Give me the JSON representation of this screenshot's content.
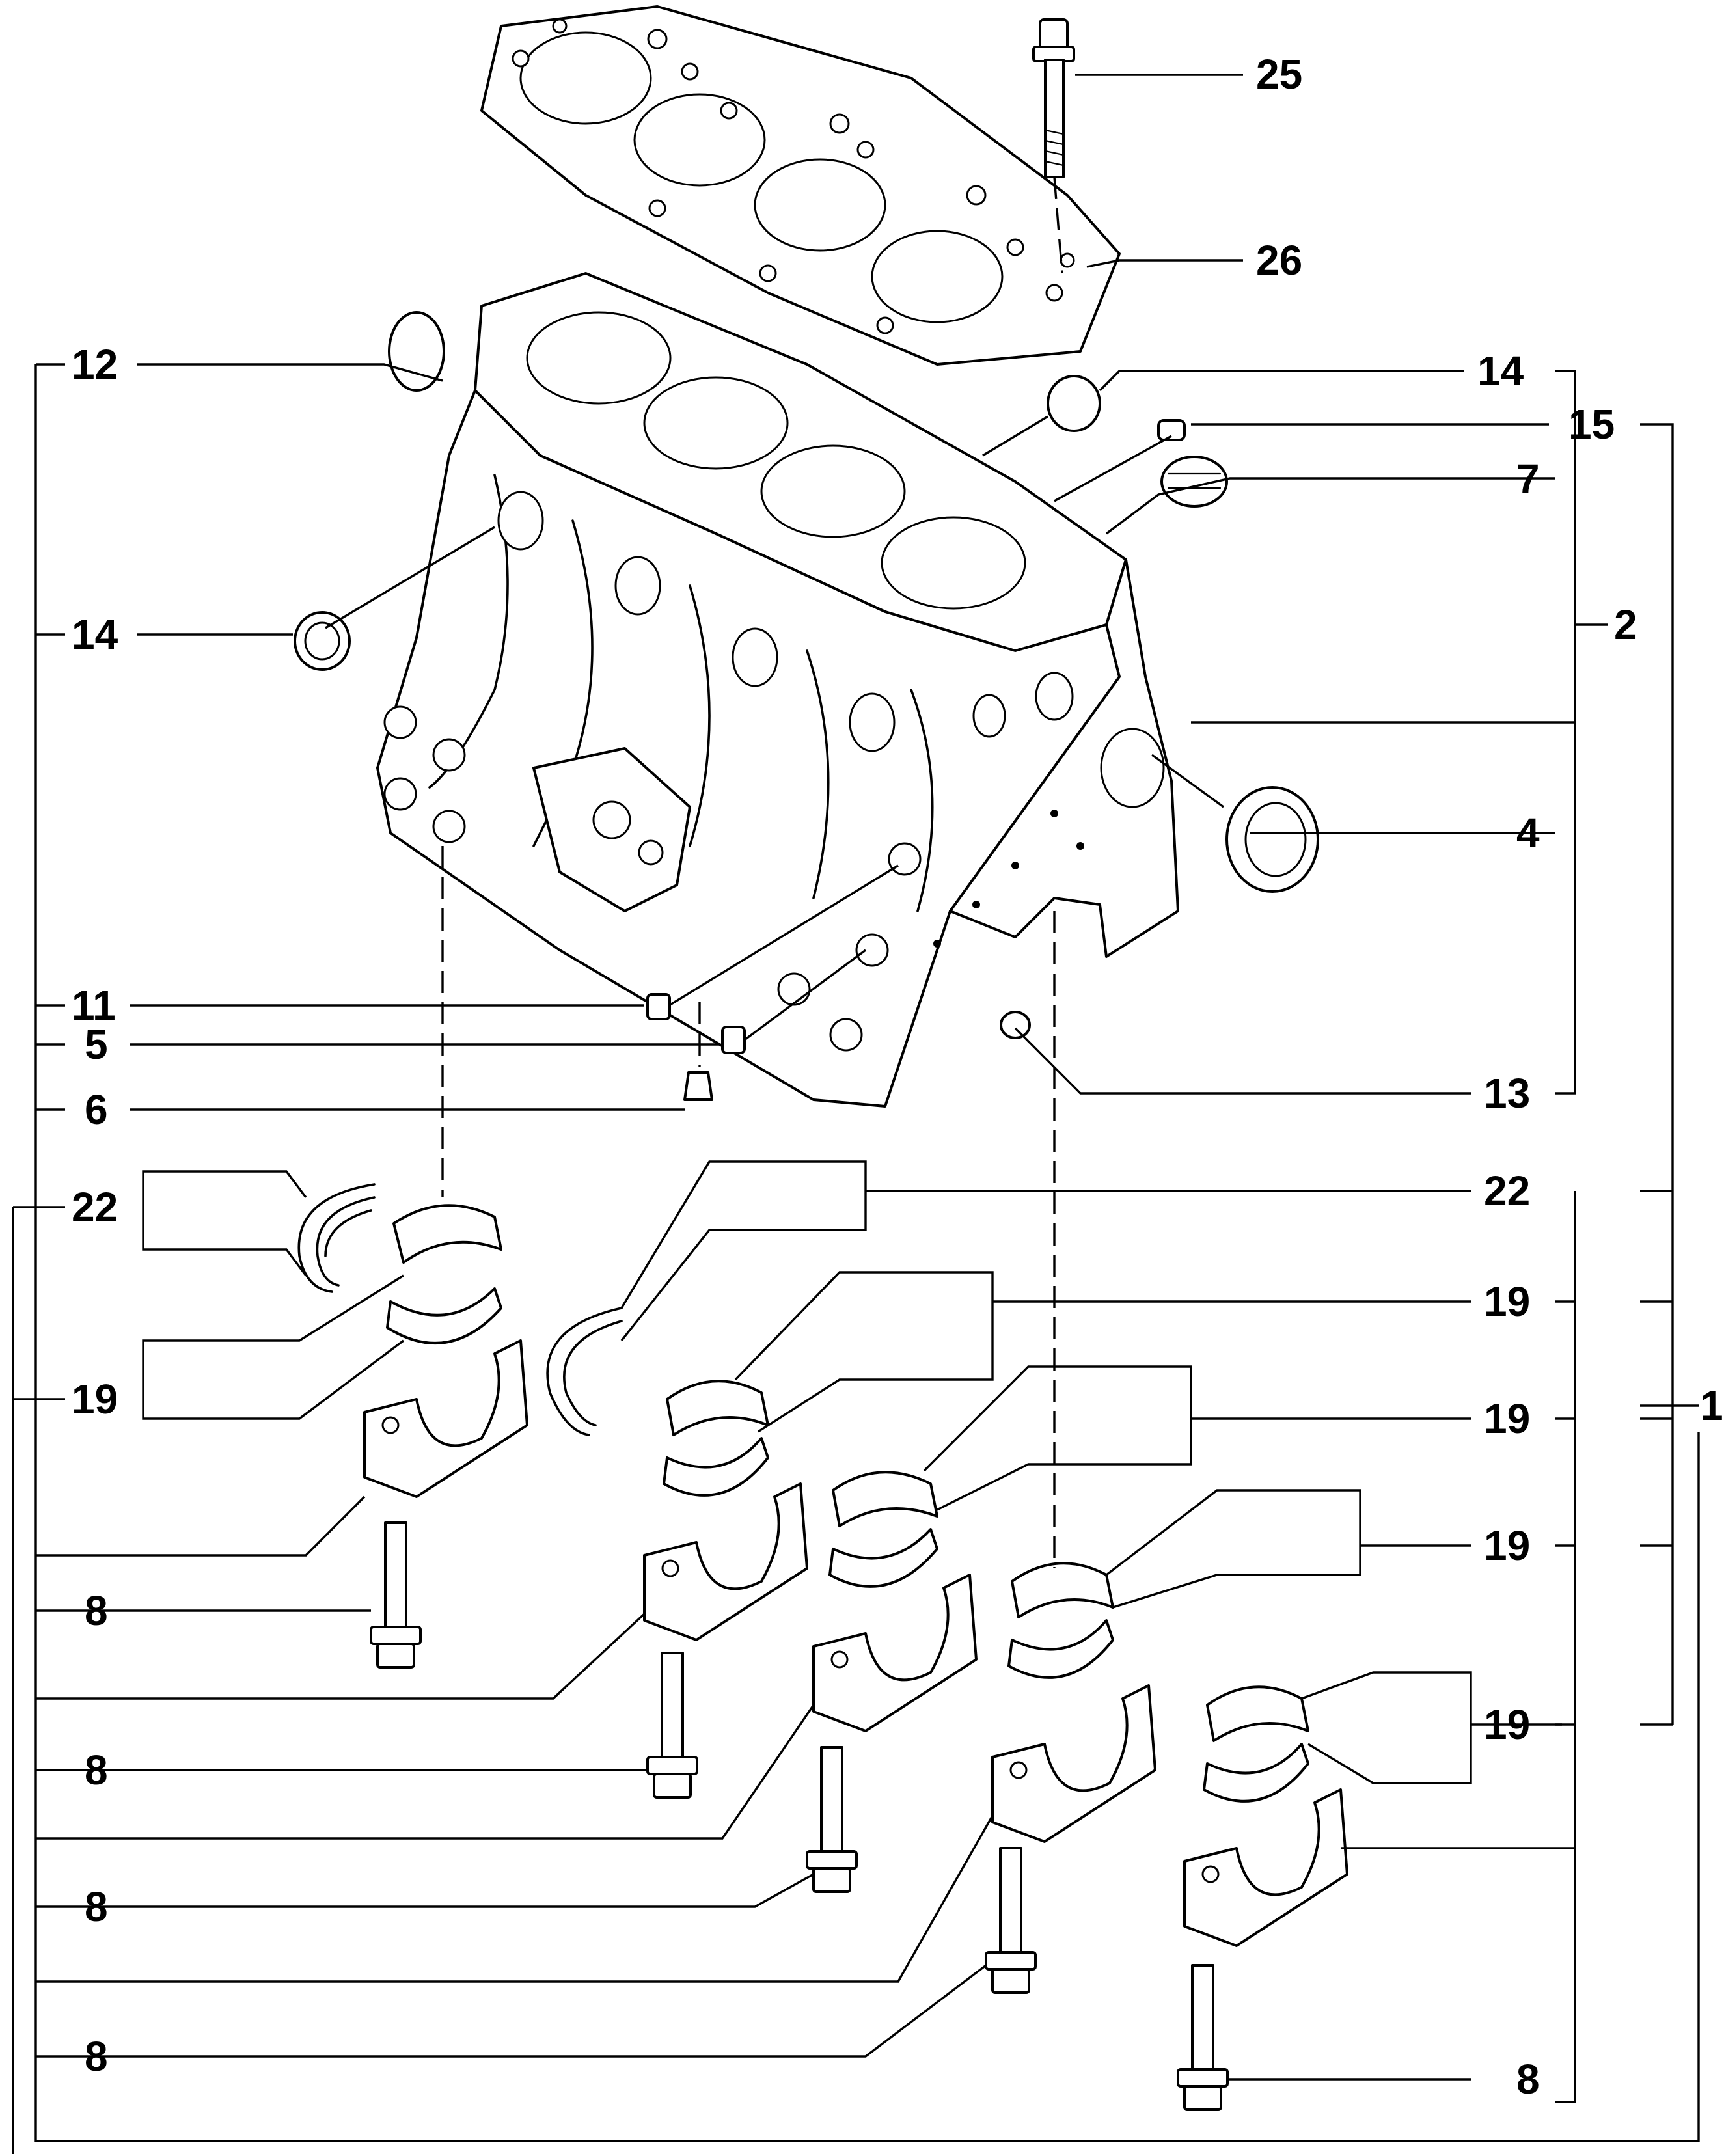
{
  "callouts": {
    "c25": "25",
    "c26": "26",
    "c12": "12",
    "c14a": "14",
    "c14b": "14",
    "c15": "15",
    "c7": "7",
    "c2": "2",
    "c4": "4",
    "c11": "11",
    "c5": "5",
    "c6": "6",
    "c13": "13",
    "c22a": "22",
    "c22b": "22",
    "c19a": "19",
    "c19b": "19",
    "c19c": "19",
    "c19d": "19",
    "c19e": "19",
    "c1": "1",
    "c8a": "8",
    "c8b": "8",
    "c8c": "8",
    "c8d": "8",
    "c8e": "8"
  },
  "colors": {
    "ink": "#000000",
    "paper": "#ffffff"
  }
}
